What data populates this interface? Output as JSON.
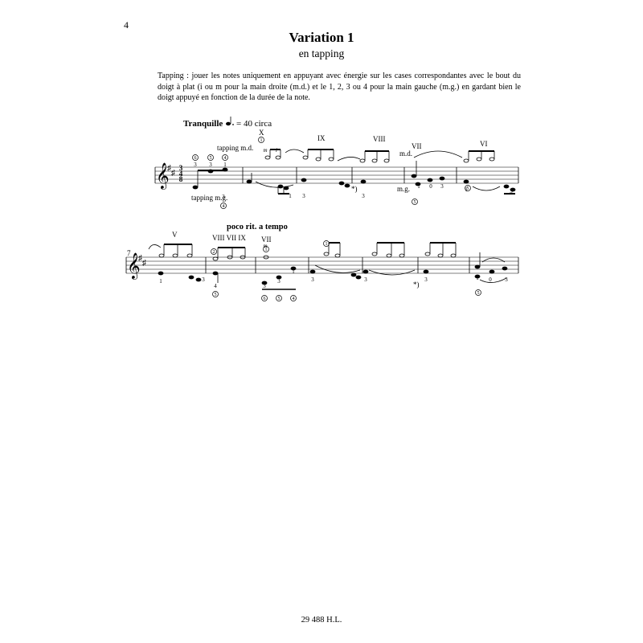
{
  "page_number": "4",
  "title": "Variation 1",
  "subtitle": "en tapping",
  "instructions": "Tapping : jouer les notes uniquement en appuyant avec énergie sur les cases correspondantes avec le bout du doigt à plat (i ou m pour la main droite (m.d.) et le 1, 2, 3 ou 4 pour la main gauche (m.g.) en gardant bien le doigt appuyé en fonction de la durée de la note.",
  "tempo": {
    "marking": "Tranquille",
    "value": "= 40 circa"
  },
  "system1": {
    "tapping_md": "tapping m.d.",
    "tapping_mg": "tapping m.g.",
    "md": "m.d.",
    "mg": "m.g.",
    "positions": [
      "X",
      "IX",
      "VIII",
      "VII",
      "VI"
    ],
    "footnote_mark": "*)"
  },
  "system2": {
    "measure_number": "7",
    "expression": "poco rit.  a tempo",
    "positions": [
      "V",
      "VIII VII IX",
      "VII"
    ],
    "footnote_mark": "*)"
  },
  "footer": "29 488 H.L."
}
